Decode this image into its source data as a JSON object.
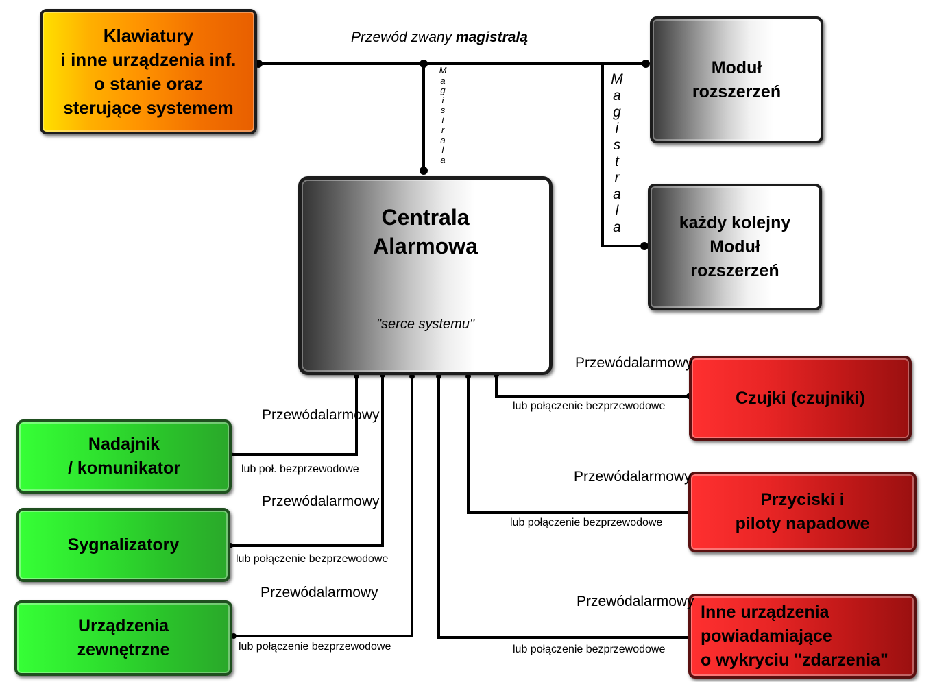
{
  "magistrala_caption": {
    "prefix": "Przewód zwany ",
    "bold": "magistralą"
  },
  "vertical_label": "Magistrala",
  "keyboards": {
    "lines": [
      "Klawiatury",
      "i inne urządzenia inf.",
      "o stanie oraz",
      "sterujące systemem"
    ]
  },
  "module": {
    "lines": [
      "Moduł",
      "rozszerzeń"
    ]
  },
  "next_module": {
    "lines": [
      "każdy kolejny",
      "Moduł",
      "rozszerzeń"
    ]
  },
  "centrala": {
    "title_lines": [
      "Centrala",
      "Alarmowa"
    ],
    "subtitle": "\"serce systemu\""
  },
  "green_boxes": [
    {
      "lines": [
        "Nadajnik",
        "/ komunikator"
      ]
    },
    {
      "lines": [
        "Sygnalizatory"
      ]
    },
    {
      "lines": [
        "Urządzenia",
        "zewnętrzne"
      ]
    }
  ],
  "red_boxes": [
    {
      "lines": [
        "Czujki (czujniki)"
      ]
    },
    {
      "lines": [
        "Przyciski i",
        "piloty napadowe"
      ]
    },
    {
      "lines": [
        "Inne urządzenia",
        "powiadamiające",
        "o wykryciu \"zdarzenia\""
      ]
    }
  ],
  "wire_label": [
    "Przewód",
    "alarmowy"
  ],
  "wireless_full": "lub połączenie bezprzewodowe",
  "wireless_short": "lub poł. bezprzewodowe"
}
